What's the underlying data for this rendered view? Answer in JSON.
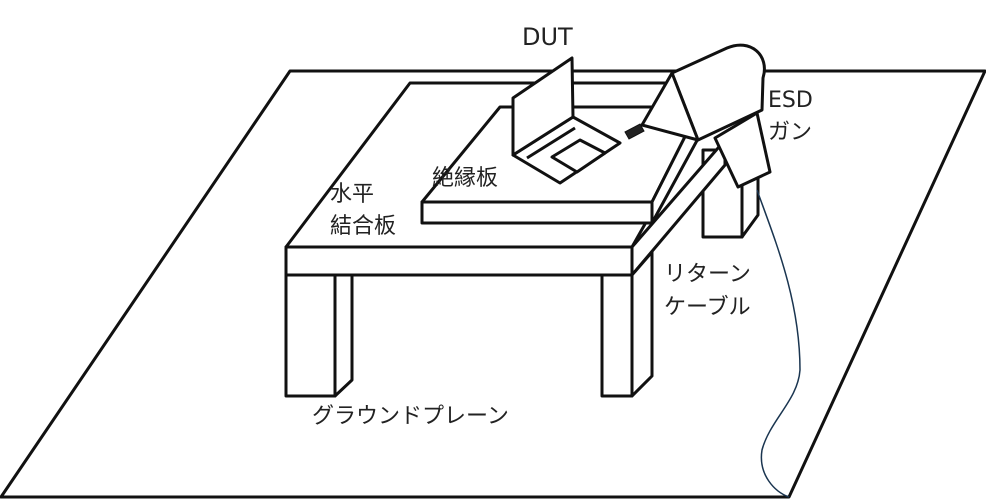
{
  "labels": {
    "dut": "DUT",
    "esd_gun_1": "ESD",
    "esd_gun_2": "ガン",
    "horizontal_coupling_plane_1": "水平",
    "horizontal_coupling_plane_2": "結合板",
    "insulation_board": "絶縁板",
    "return_cable_1": "リターン",
    "return_cable_2": "ケーブル",
    "ground_plane": "グラウンドプレーン"
  },
  "colors": {
    "line": "#111111",
    "cable": "#1a3550",
    "tip": "#222222"
  }
}
